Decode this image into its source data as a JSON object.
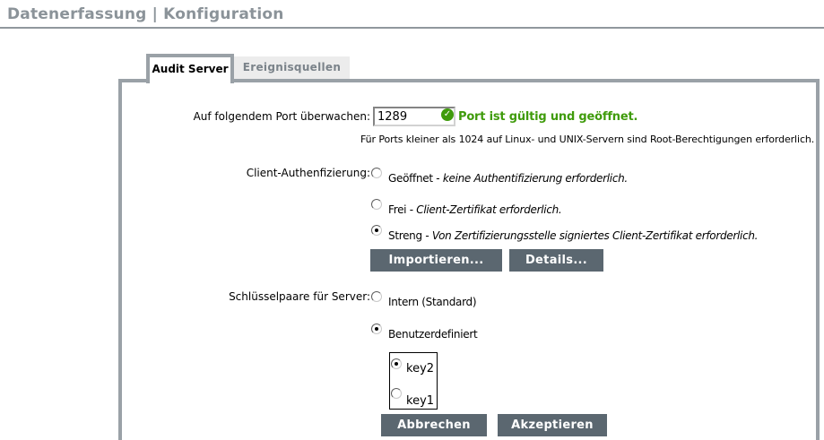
{
  "page": {
    "title": "Datenerfassung | Konfiguration"
  },
  "tabs": [
    {
      "label": "Audit Server",
      "active": true
    },
    {
      "label": "Ereignisquellen",
      "active": false
    }
  ],
  "port": {
    "label": "Auf folgendem Port überwachen:",
    "value": "1289",
    "icon": {
      "name": "check-circle",
      "glyph": "✓"
    },
    "status": "Port ist gültig und geöffnet.",
    "hint": "Für Ports kleiner als 1024 auf Linux- und UNIX-Servern sind Root-Berechtigungen erforderlich."
  },
  "auth": {
    "label": "Client-Authenfizierung:",
    "options": [
      {
        "name": "Geöffnet",
        "sep": " - ",
        "desc": "keine Authentifizierung erforderlich.",
        "selected": false
      },
      {
        "name": "Frei",
        "sep": " - ",
        "desc": "Client-Zertifikat erforderlich.",
        "selected": false
      },
      {
        "name": "Streng",
        "sep": " - ",
        "desc": "Von Zertifizierungsstelle signiertes Client-Zertifikat erforderlich.",
        "selected": true
      }
    ],
    "import_label": "Importieren...",
    "details_label": "Details..."
  },
  "keys": {
    "label": "Schlüsselpaare für Server:",
    "options": [
      {
        "name": "Intern (Standard)",
        "selected": false
      },
      {
        "name": "Benutzerdefiniert",
        "selected": true
      }
    ],
    "list": [
      {
        "name": "key2",
        "selected": true
      },
      {
        "name": "key1",
        "selected": false
      }
    ],
    "cancel_label": "Abbrechen",
    "accept_label": "Akzeptieren"
  },
  "colors": {
    "border_gray": "#9aa1a7",
    "title_gray": "#8b9399",
    "inactive_tab_bg": "#ececec",
    "inactive_tab_text": "#7b838a",
    "button_bg": "#5b6770",
    "status_green": "#3f9b0b"
  }
}
